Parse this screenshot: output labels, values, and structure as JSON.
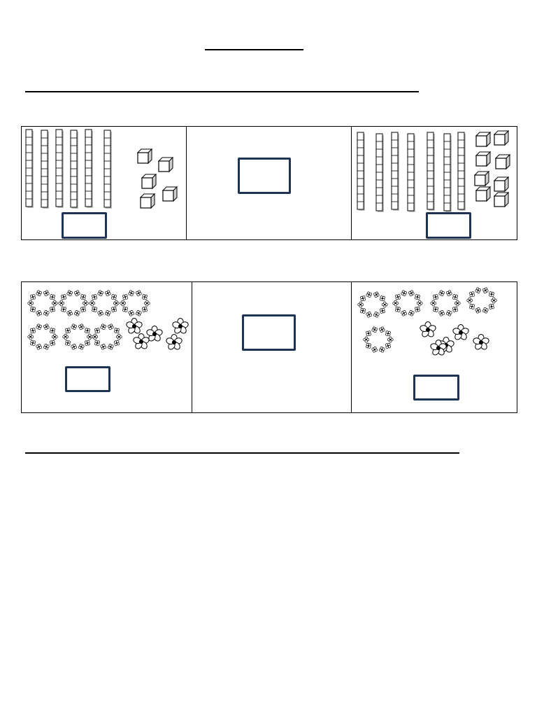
{
  "worksheet": {
    "name_line": "",
    "instruction_line": "",
    "answer_line": ""
  },
  "rows": [
    {
      "picture": "base-ten-blocks",
      "left": {
        "tens": 6,
        "ones": 5,
        "answer": ""
      },
      "middle": {
        "answer": ""
      },
      "right": {
        "tens": 7,
        "ones": 8,
        "answer": ""
      }
    },
    {
      "picture": "flowers",
      "left": {
        "groups_of_ten": 7,
        "ones": 5,
        "answer": ""
      },
      "middle": {
        "answer": ""
      },
      "right": {
        "groups_of_ten": 5,
        "ones": 5,
        "answer": ""
      }
    }
  ],
  "icons": {
    "rod": "ten-rod-icon",
    "cube": "unit-cube-icon",
    "flower": "flower-icon",
    "wreath": "flower-ring-icon"
  },
  "colors": {
    "answer_box_border": "#1f3354",
    "rule": "#000000"
  }
}
